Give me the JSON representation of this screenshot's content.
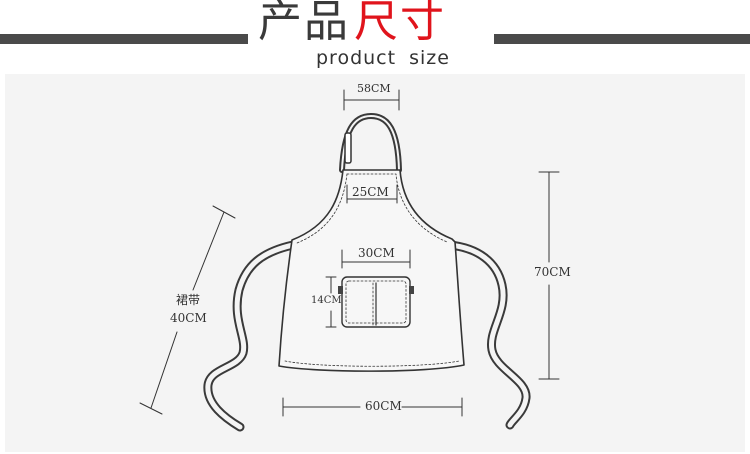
{
  "header": {
    "title_main": "产品",
    "title_accent": "尺寸",
    "subtitle": "product size"
  },
  "dimensions": {
    "neck_strap": "58CM",
    "bib_width": "25CM",
    "pocket_width": "30CM",
    "pocket_height": "14CM",
    "total_length": "70CM",
    "apron_width": "60CM",
    "waist_strap_label": "裙带",
    "waist_strap_length": "40CM"
  },
  "colors": {
    "header_bar": "#4a4a4a",
    "title_accent": "#e0141c",
    "panel_bg": "#f4f4f4",
    "apron_fill": "#f7f7f7",
    "outline": "#333333"
  }
}
